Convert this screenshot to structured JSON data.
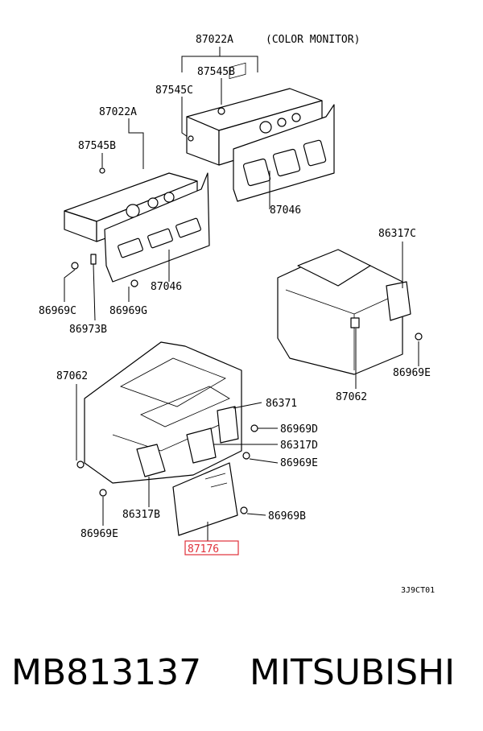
{
  "callouts": {
    "c87022A_top": "87022A",
    "color_monitor": "(COLOR MONITOR)",
    "c87545B_top": "87545B",
    "c87545C": "87545C",
    "c87022A_left": "87022A",
    "c87545B_left": "87545B",
    "c87046_right": "87046",
    "c87046_left": "87046",
    "c86969C": "86969C",
    "c86969G": "86969G",
    "c86973B": "86973B",
    "c86317C": "86317C",
    "c86969E_right": "86969E",
    "c87062_right": "87062",
    "c87062_left": "87062",
    "c86371": "86371",
    "c86969D": "86969D",
    "c86317D": "86317D",
    "c86969E_mid": "86969E",
    "c86317B": "86317B",
    "c86969E_left": "86969E",
    "c86969B": "86969B",
    "c87176": "87176"
  },
  "figure_code": "3J9CT01",
  "footer": {
    "part_number": "MB813137",
    "brand": "MITSUBISHI"
  },
  "colors": {
    "highlight": "#e0303a",
    "line": "#000000",
    "background": "#ffffff"
  }
}
